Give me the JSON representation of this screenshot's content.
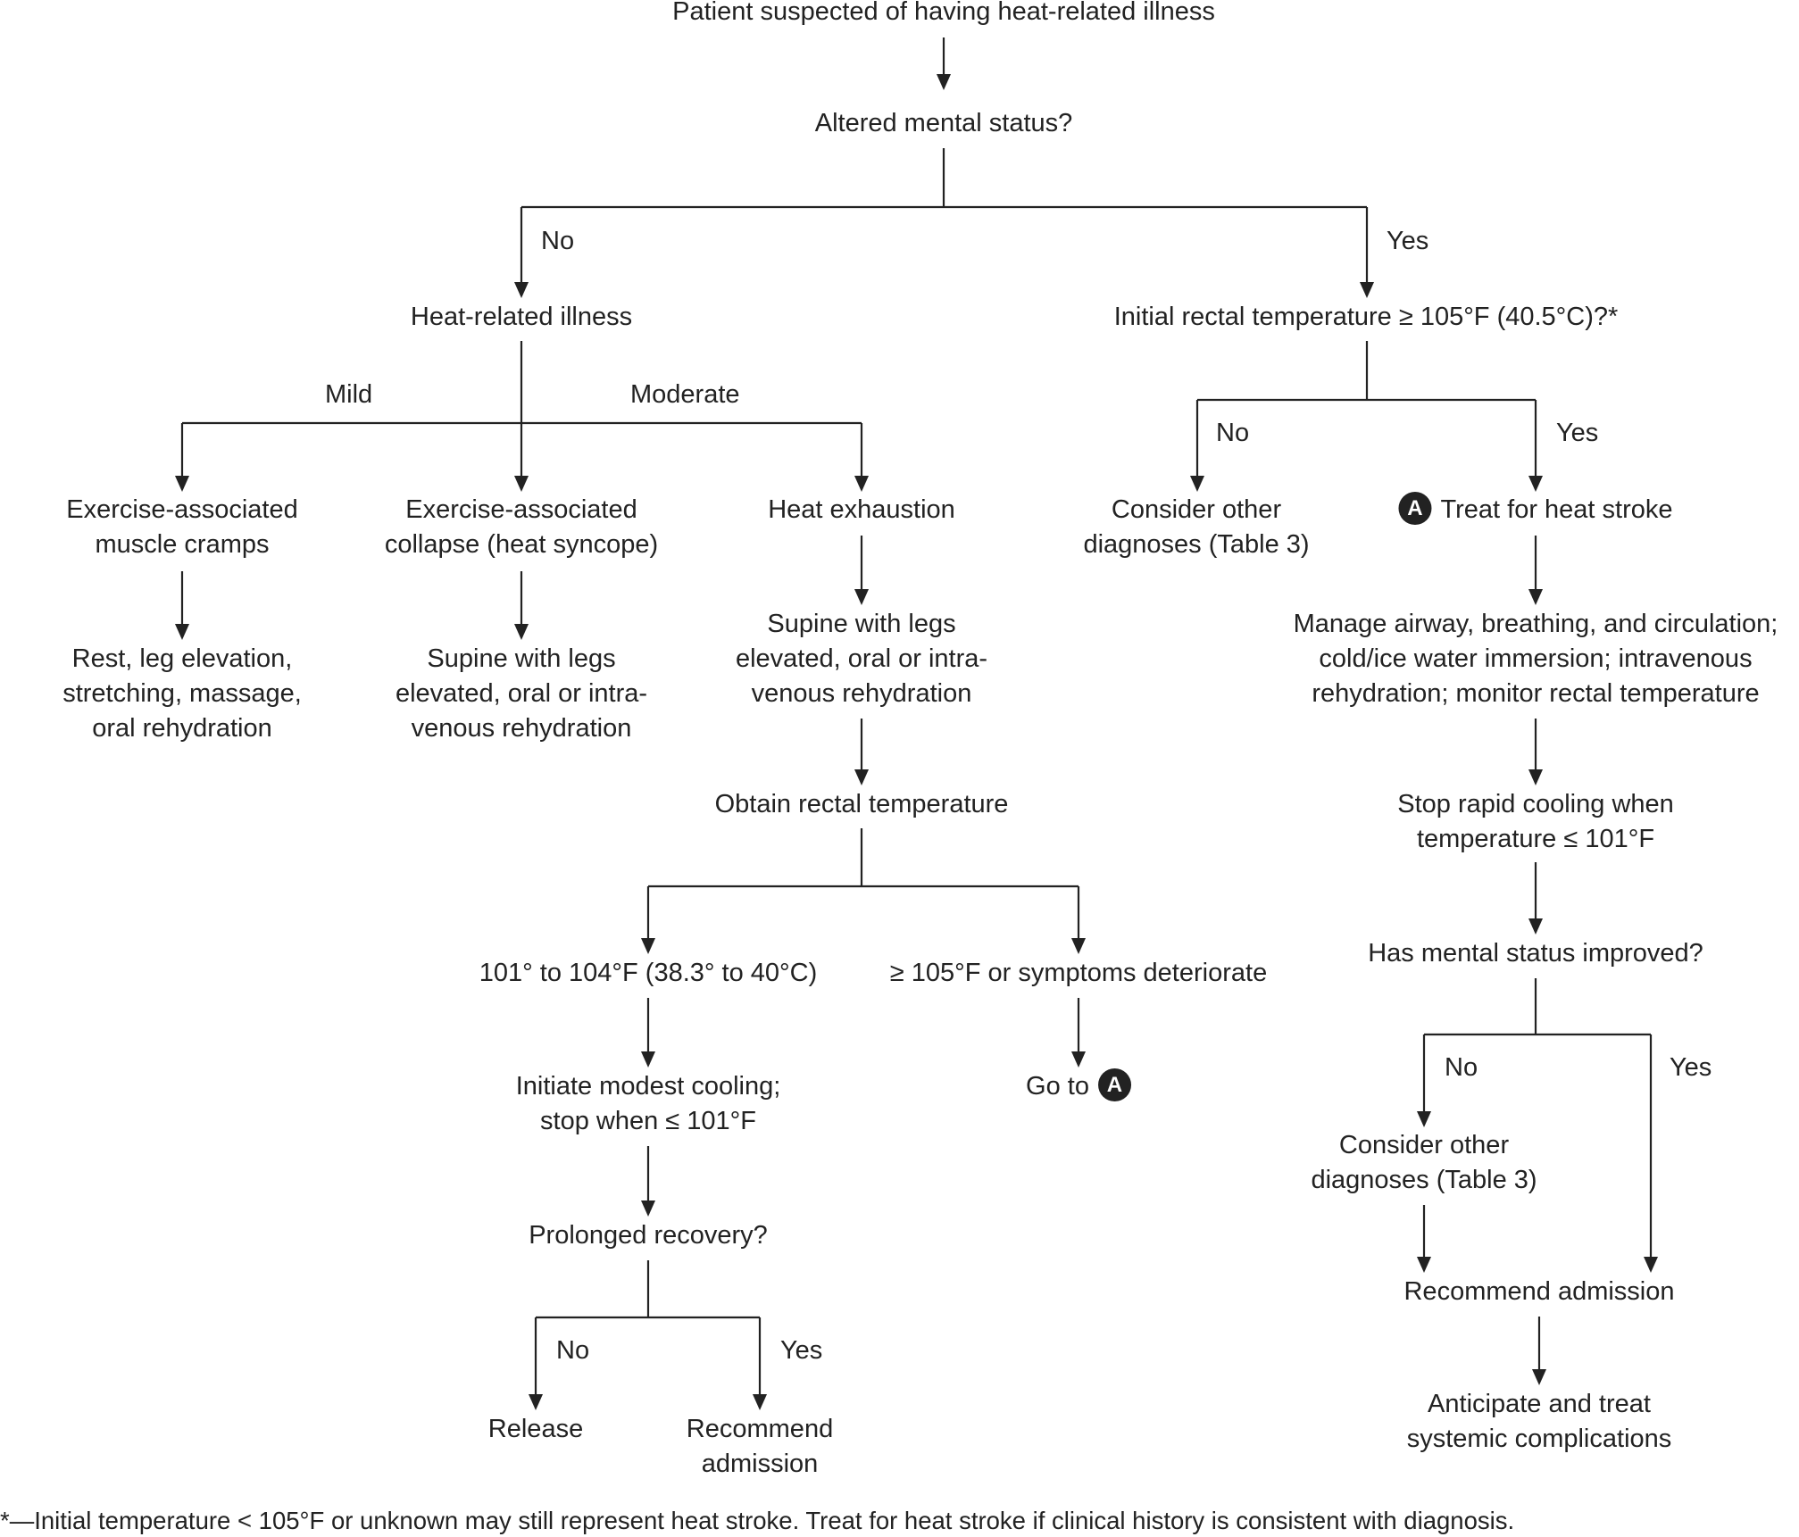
{
  "nodes": {
    "start": {
      "lines": [
        "Patient suspected of having heat-related illness"
      ]
    },
    "altered": {
      "lines": [
        "Altered mental status?"
      ]
    },
    "heat_illness": {
      "lines": [
        "Heat-related illness"
      ]
    },
    "initial_rectal": {
      "lines": [
        "Initial rectal temperature ≥ 105°F (40.5°C)?*"
      ]
    },
    "cramps": {
      "lines": [
        "Exercise-associated",
        "muscle cramps"
      ]
    },
    "collapse": {
      "lines": [
        "Exercise-associated",
        "collapse (heat syncope)"
      ]
    },
    "exhaustion": {
      "lines": [
        "Heat exhaustion"
      ]
    },
    "consider_other_1": {
      "lines": [
        "Consider other",
        "diagnoses (Table 3)"
      ]
    },
    "treat_heat_stroke": {
      "lines": [
        "Treat for heat stroke"
      ],
      "badge": "A"
    },
    "rest": {
      "lines": [
        "Rest, leg elevation,",
        "stretching, massage,",
        "oral rehydration"
      ]
    },
    "supine_1": {
      "lines": [
        "Supine with legs",
        "elevated, oral or intra-",
        "venous rehydration"
      ]
    },
    "supine_2": {
      "lines": [
        "Supine with legs",
        "elevated, oral or intra-",
        "venous rehydration"
      ]
    },
    "manage": {
      "lines": [
        "Manage airway, breathing, and circulation;",
        "cold/ice water immersion; intravenous",
        "rehydration; monitor rectal temperature"
      ]
    },
    "obtain_rectal": {
      "lines": [
        "Obtain rectal temperature"
      ]
    },
    "stop_rapid": {
      "lines": [
        "Stop rapid cooling when",
        "temperature ≤ 101°F"
      ]
    },
    "range_101_104": {
      "lines": [
        "101° to 104°F (38.3° to 40°C)"
      ]
    },
    "ge_105": {
      "lines": [
        "≥ 105°F or symptoms deteriorate"
      ]
    },
    "mental_improved": {
      "lines": [
        "Has mental status improved?"
      ]
    },
    "modest_cooling": {
      "lines": [
        "Initiate modest cooling;",
        "stop when ≤ 101°F"
      ]
    },
    "go_to": {
      "lines": [
        "Go to"
      ],
      "badge": "A"
    },
    "consider_other_2": {
      "lines": [
        "Consider other",
        "diagnoses (Table 3)"
      ]
    },
    "prolonged": {
      "lines": [
        "Prolonged recovery?"
      ]
    },
    "recommend_admission_right": {
      "lines": [
        "Recommend admission"
      ]
    },
    "release": {
      "lines": [
        "Release"
      ]
    },
    "recommend_admission_left": {
      "lines": [
        "Recommend",
        "admission"
      ]
    },
    "anticipate": {
      "lines": [
        "Anticipate and treat",
        "systemic complications"
      ]
    }
  },
  "edge_labels": {
    "altered_no": "No",
    "altered_yes": "Yes",
    "mild": "Mild",
    "moderate": "Moderate",
    "rectal_no": "No",
    "rectal_yes": "Yes",
    "mental_no": "No",
    "mental_yes": "Yes",
    "prolonged_no": "No",
    "prolonged_yes": "Yes"
  },
  "footnote": "*—Initial temperature < 105°F or unknown may still represent heat stroke. Treat for heat stroke if clinical history is consistent with diagnosis."
}
